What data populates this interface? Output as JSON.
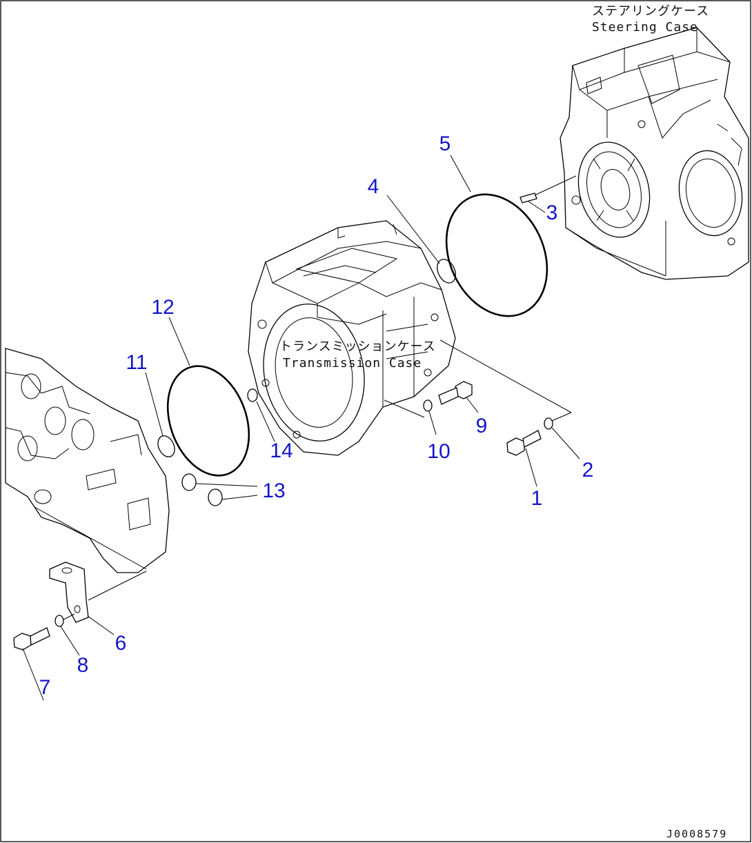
{
  "diagram": {
    "drawing_code": "J0008579",
    "labels": {
      "steering_case_jp": "ステアリングケース",
      "steering_case_en": "Steering Case",
      "transmission_case_jp": "トランスミッションケース",
      "transmission_case_en": "Transmission Case"
    },
    "callouts": {
      "c1": "1",
      "c2": "2",
      "c3": "3",
      "c4": "4",
      "c5": "5",
      "c6": "6",
      "c7": "7",
      "c8": "8",
      "c9": "9",
      "c10": "10",
      "c11": "11",
      "c12": "12",
      "c13": "13",
      "c14": "14"
    },
    "colors": {
      "callout": "#1414c8",
      "line": "#000000",
      "frame": "#000000"
    }
  }
}
